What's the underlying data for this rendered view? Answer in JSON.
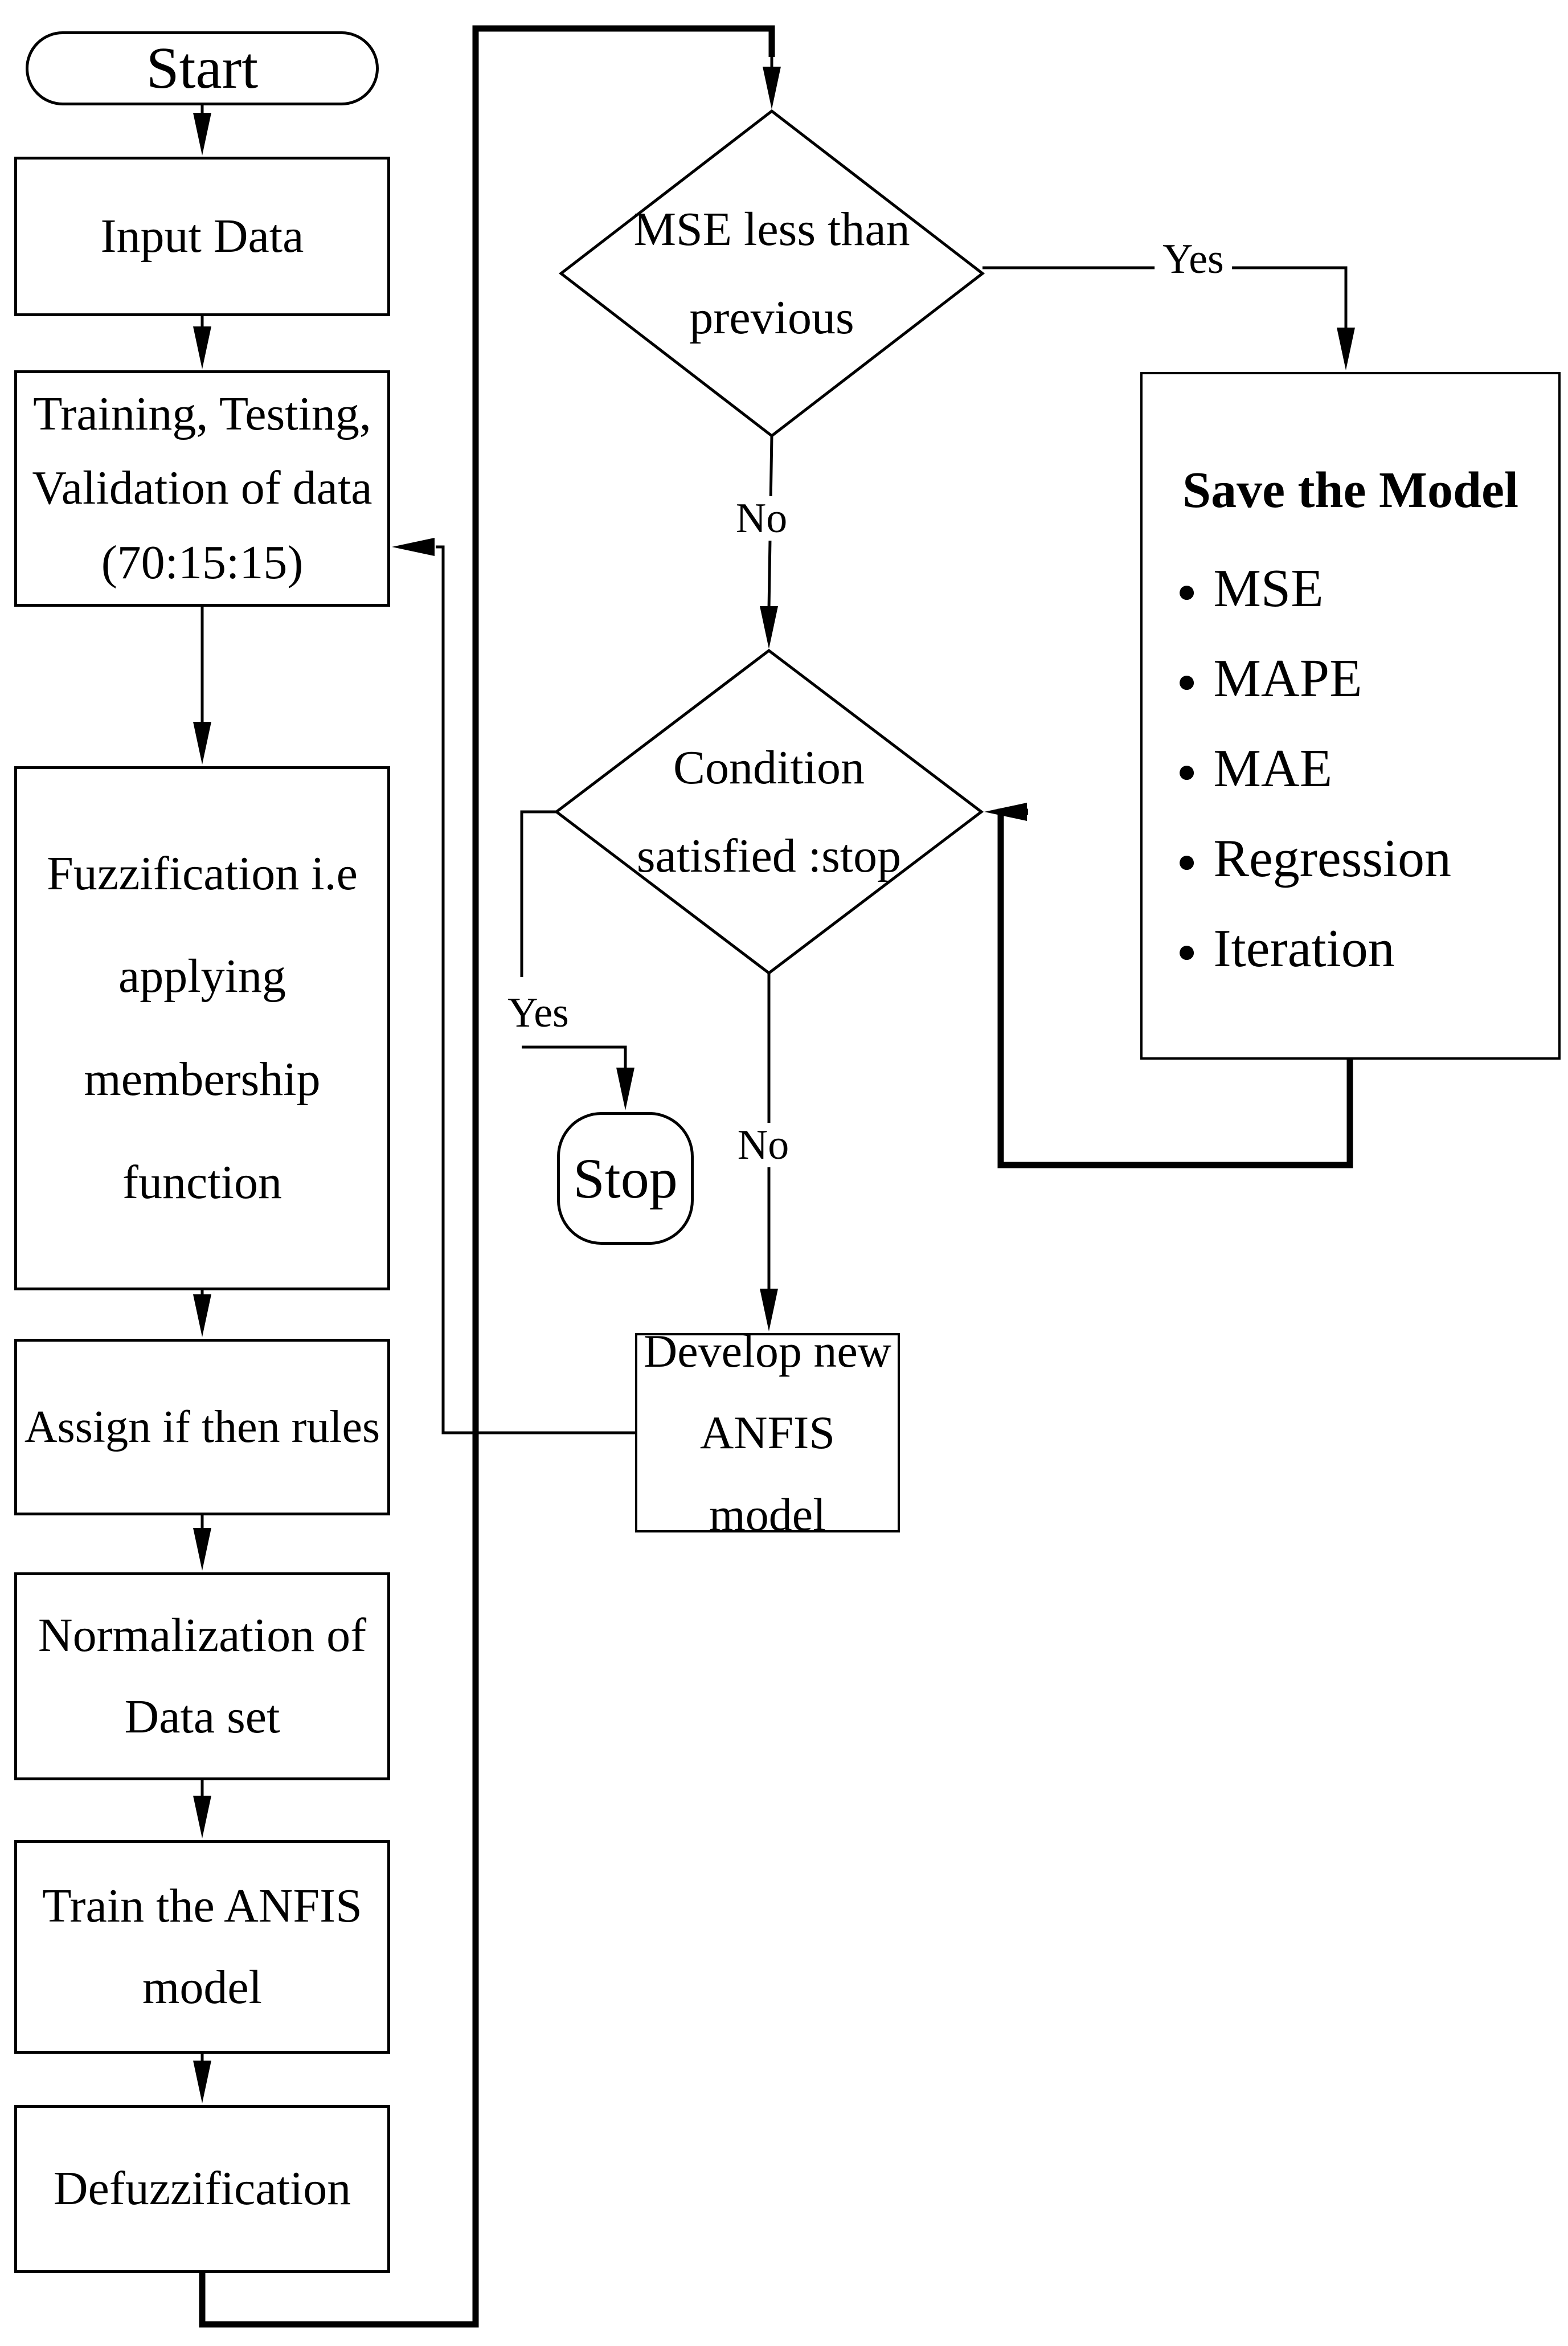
{
  "nodes": {
    "start": {
      "label": "Start"
    },
    "input_data": {
      "label": "Input Data"
    },
    "training_split": {
      "label": "Training, Testing,\nValidation of data\n(70:15:15)"
    },
    "fuzzification": {
      "label": "Fuzzification i.e\napplying\nmembership\nfunction"
    },
    "assign_rules": {
      "label": "Assign if then rules"
    },
    "normalization": {
      "label": "Normalization of\nData set"
    },
    "train_anfis": {
      "label": "Train the ANFIS\nmodel"
    },
    "defuzzification": {
      "label": "Defuzzification"
    },
    "mse_decision": {
      "label": "MSE less than\nprevious"
    },
    "condition_decision": {
      "label": "Condition\nsatisfied :stop"
    },
    "save_model": {
      "heading": "Save the Model",
      "items": [
        "MSE",
        "MAPE",
        "MAE",
        "Regression",
        "Iteration"
      ]
    },
    "stop": {
      "label": "Stop"
    },
    "develop_new": {
      "label": "Develop new\nANFIS model"
    }
  },
  "edge_labels": {
    "mse_yes": "Yes",
    "mse_no": "No",
    "condition_yes": "Yes",
    "condition_no": "No"
  },
  "colors": {
    "stroke": "#000000",
    "background": "#ffffff"
  }
}
